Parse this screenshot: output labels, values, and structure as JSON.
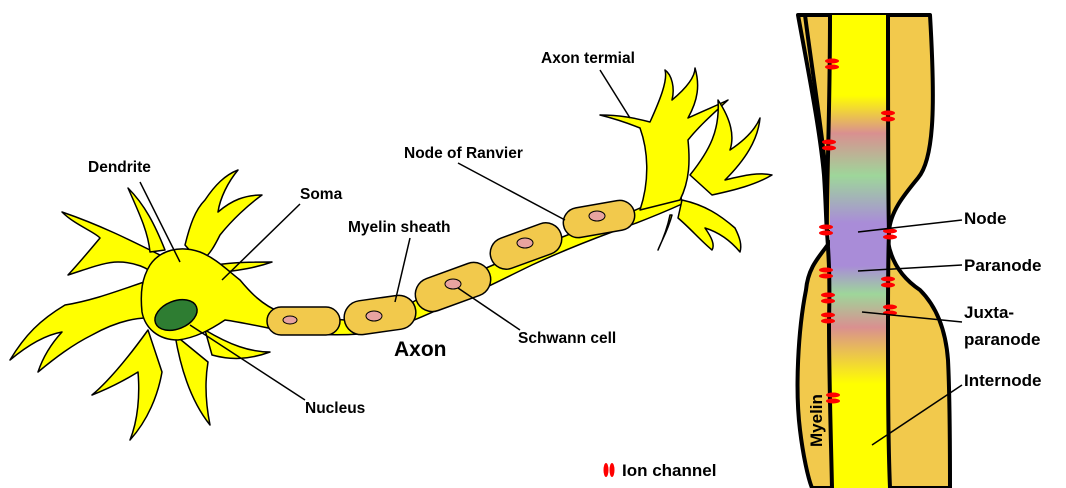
{
  "labels": {
    "dendrite": "Dendrite",
    "soma": "Soma",
    "nucleus": "Nucleus",
    "myelin_sheath": "Myelin sheath",
    "node_of_ranvier": "Node of Ranvier",
    "axon_terminal": "Axon termial",
    "axon": "Axon",
    "schwann_cell": "Schwann cell",
    "node": "Node",
    "paranode": "Paranode",
    "juxtaparanode_line1": "Juxta-",
    "juxtaparanode_line2": "paranode",
    "internode": "Internode",
    "myelin": "Myelin"
  },
  "legend": {
    "ion_channel": "Ion channel",
    "icon": "ion-channel-icon"
  },
  "colors": {
    "neuron_yellow": "#ffff00",
    "myelin": "#f2c94c",
    "nucleus": "#2e7d32",
    "schwann_nucleus": "#e8a3a0",
    "node_purple": "#a98cd8",
    "paranode_green": "#9ad69a",
    "juxtaparanode_pink": "#d9908c",
    "ion_channel_red": "#ff0000"
  }
}
